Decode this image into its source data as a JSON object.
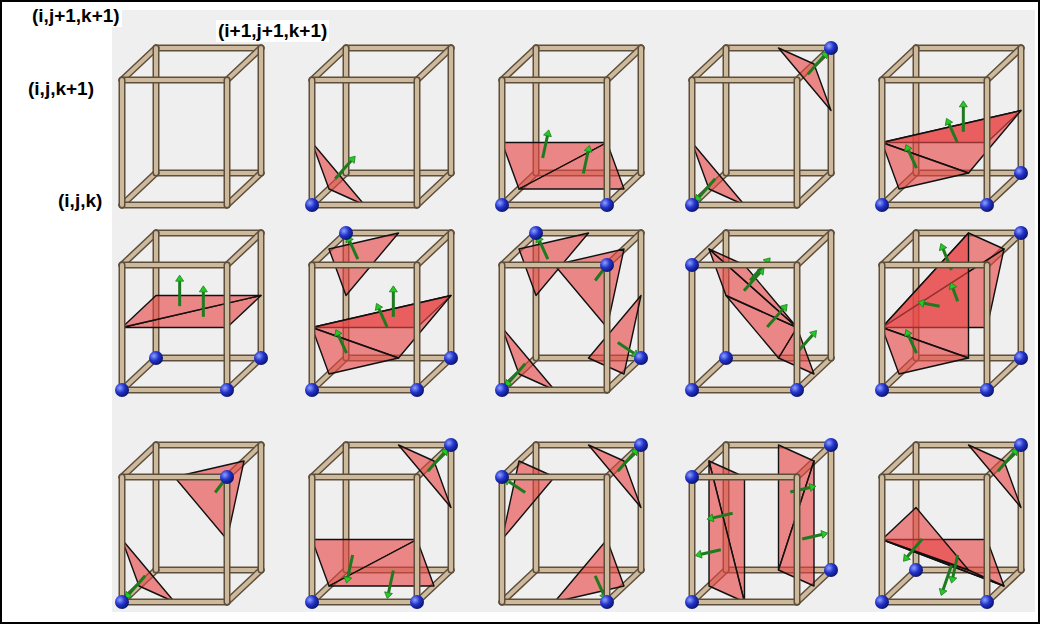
{
  "diagram": {
    "labels": [
      "(i,j+1,k+1)",
      "(i+1,j+1,k+1)",
      "(i,j,k+1)",
      "(i,j,k)"
    ]
  }
}
